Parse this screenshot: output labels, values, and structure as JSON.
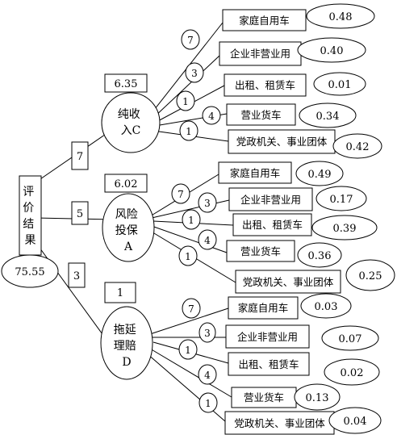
{
  "root": {
    "label_lines": [
      "评",
      "价",
      "结",
      "果"
    ],
    "score": "75.55"
  },
  "branches": [
    {
      "weight": "7",
      "score": "6.35",
      "label_lines": [
        "纯收",
        "入C"
      ],
      "items": [
        {
          "weight": "7",
          "label": "家庭自用车",
          "value": "0.48"
        },
        {
          "weight": "3",
          "label": "企业非营业用",
          "value": "0.40"
        },
        {
          "weight": "1",
          "label": "出租、租赁车",
          "value": "0.01"
        },
        {
          "weight": "4",
          "label": "营业货车",
          "value": "0.34"
        },
        {
          "weight": "1",
          "label": "党政机关、事业团体",
          "value": "0.42"
        }
      ]
    },
    {
      "weight": "5",
      "score": "6.02",
      "label_lines": [
        "风险",
        "投保",
        "A"
      ],
      "items": [
        {
          "weight": "7",
          "label": "家庭自用车",
          "value": "0.49"
        },
        {
          "weight": "3",
          "label": "企业非营业用",
          "value": "0.17"
        },
        {
          "weight": "1",
          "label": "出租、租赁车",
          "value": "0.39"
        },
        {
          "weight": "4",
          "label": "营业货车",
          "value": "0.36"
        },
        {
          "weight": "1",
          "label": "党政机关、事业团体",
          "value": "0.25"
        }
      ]
    },
    {
      "weight": "3",
      "score": "1",
      "label_lines": [
        "拖延",
        "理赔",
        "D"
      ],
      "items": [
        {
          "weight": "7",
          "label": "家庭自用车",
          "value": "0.03"
        },
        {
          "weight": "3",
          "label": "企业非营业用",
          "value": "0.07"
        },
        {
          "weight": "1",
          "label": "出租、租赁车",
          "value": "0.02"
        },
        {
          "weight": "4",
          "label": "营业货车",
          "value": "0.13"
        },
        {
          "weight": "1",
          "label": "党政机关、事业团体",
          "value": "0.04"
        }
      ]
    }
  ]
}
